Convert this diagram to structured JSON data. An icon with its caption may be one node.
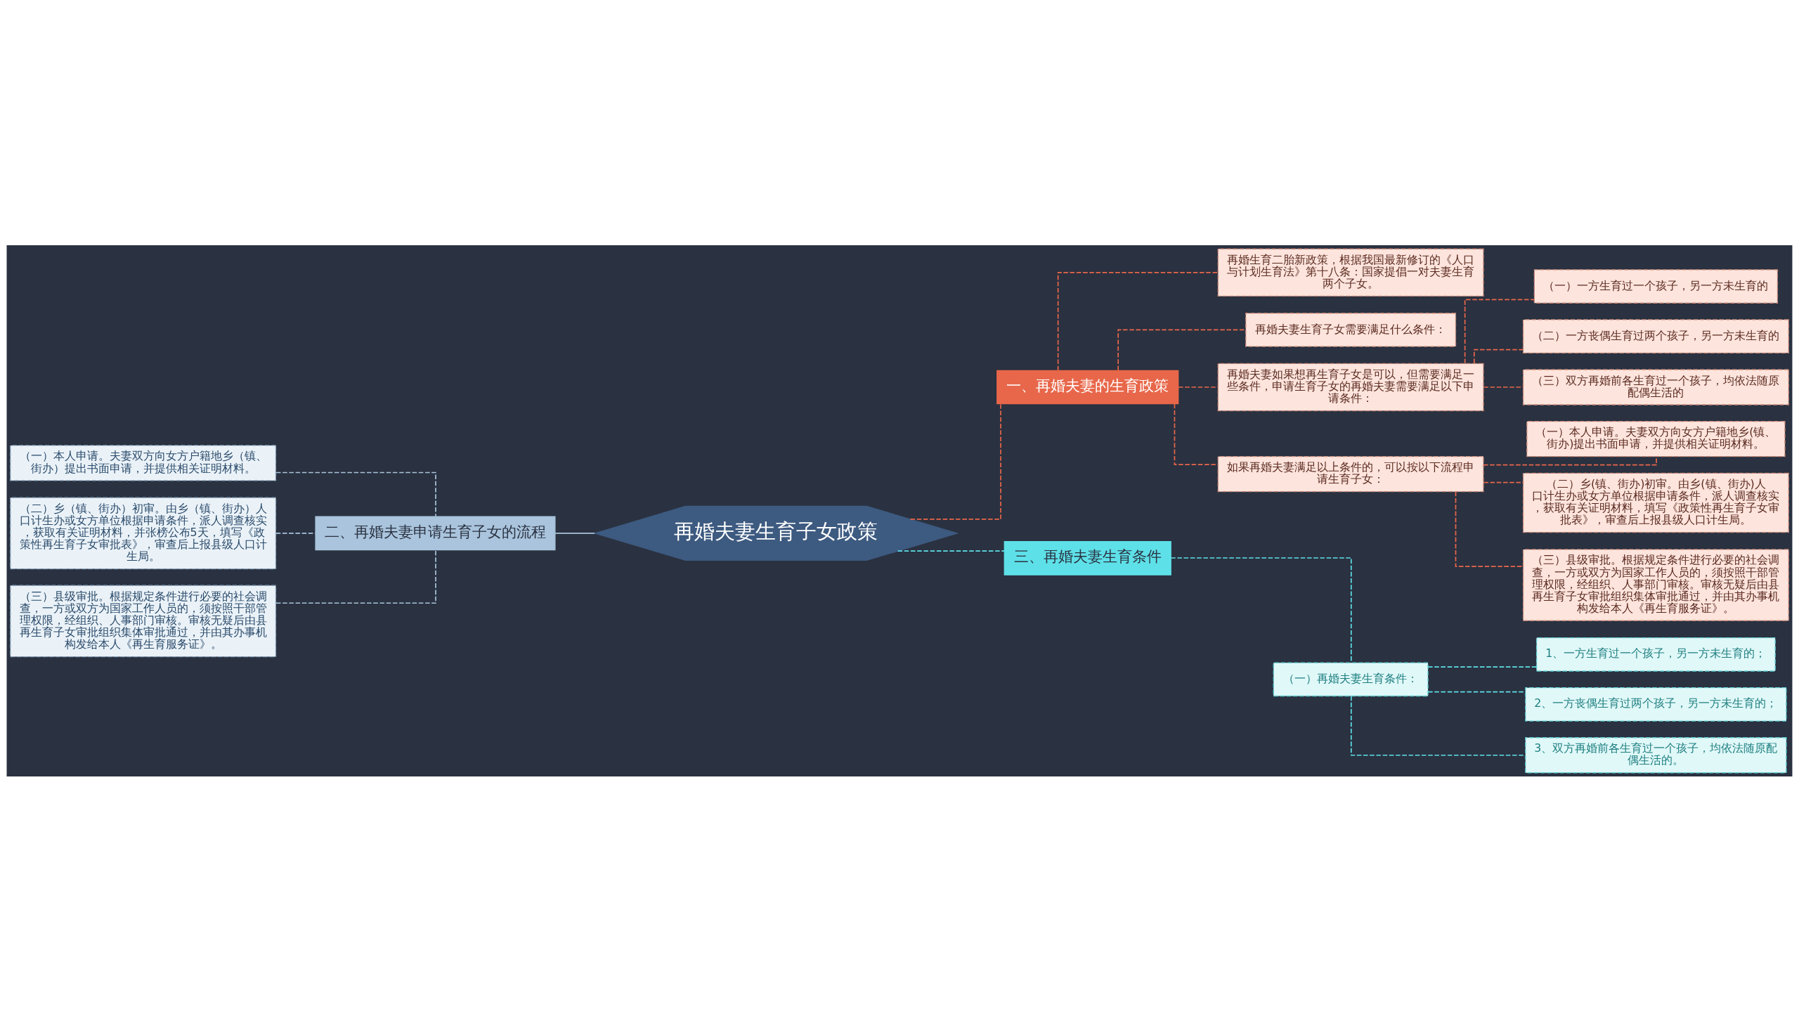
{
  "diagram": {
    "nodes": [
      {
        "text": [
          "再婚夫妻生育子女政策"
        ]
      },
      {
        "text": [
          "一、再婚夫妻的生育政策"
        ]
      },
      {
        "text": [
          "再婚生育二胎新政策，根据我国最新修订的《人口与计划生育法》第十八条：国家提倡一对夫妻生育两个子女。"
        ]
      },
      {
        "text": [
          "再婚夫妻生育子女需要满足什么条件："
        ]
      },
      {
        "text": [
          "再婚夫妻如果想再生育子女是可以，但需要满足一些条件，申请生育子女的再婚夫妻需要满足以下申请条件："
        ]
      },
      {
        "text": [
          "（一）一方生育过一个孩子，另一方未生育的"
        ]
      },
      {
        "text": [
          "（二）一方丧偶生育过两个孩子，另一方未生育的"
        ]
      },
      {
        "text": [
          "（三）双方再婚前各生育过一个孩子，均依法随原配偶生活的"
        ]
      },
      {
        "text": [
          "如果再婚夫妻满足以上条件的，可以按以下流程申请生育子女："
        ]
      },
      {
        "text": [
          "（一）本人申请。夫妻双方向女方户籍地乡(镇、街办)提出书面申请，并提供相关证明材料。"
        ]
      },
      {
        "text": [
          "（二）乡(镇、街办)初审。由乡(镇、街办)人口计生办或女方单位根据申请条件，派人调查核实，获取有关证明材料，填写《政策性再生育子女审批表》，审查后上报县级人口计生局。"
        ]
      },
      {
        "text": [
          "（三）县级审批。根据规定条件进行必要的社会调查，一方或双方为国家工作人员的，须按照干部管理权限，经组织、人事部门审核。审核无疑后由县再生育子女审批组织集体审批通过，并由其办事机构发给本人《再生育服务证》。"
        ]
      },
      {
        "text": [
          "二、再婚夫妻申请生育子女的流程"
        ]
      },
      {
        "text": [
          "（一）本人申请。夫妻双方向女方户籍地乡（镇、街办）提出书面申请，并提供相关证明材料。"
        ]
      },
      {
        "text": [
          "（二）乡（镇、街办）初审。由乡（镇、街办）人口计生办或女方单位根据申请条件，派人调查核实，获取有关证明材料，并张榜公布5天，填写《政策性再生育子女审批表》，审查后上报县级人口计生局。"
        ]
      },
      {
        "text": [
          "（三）县级审批。根据规定条件进行必要的社会调查，一方或双方为国家工作人员的，须按照干部管理权限，经组织、人事部门审核。审核无疑后由县再生育子女审批组织集体审批通过，并由其办事机构发给本人《再生育服务证》。"
        ]
      },
      {
        "text": [
          "三、再婚夫妻生育条件"
        ]
      },
      {
        "text": [
          "（一）再婚夫妻生育条件："
        ]
      },
      {
        "text": [
          "1、一方生育过一个孩子，另一方未生育的；"
        ]
      },
      {
        "text": [
          "2、一方丧偶生育过两个孩子，另一方未生育的；"
        ]
      },
      {
        "text": [
          "3、双方再婚前各生育过一个孩子，均依法随原配偶生活的。"
        ]
      }
    ],
    "edges": [
      {
        "from": 0,
        "to": 1,
        "arrow": "none",
        "style": "dashed"
      },
      {
        "from": 1,
        "to": 2,
        "arrow": "none",
        "style": "dashed"
      },
      {
        "from": 1,
        "to": 3,
        "arrow": "none",
        "style": "dashed"
      },
      {
        "from": 1,
        "to": 4,
        "arrow": "none",
        "style": "dashed"
      },
      {
        "from": 4,
        "to": 5,
        "arrow": "none",
        "style": "dashed"
      },
      {
        "from": 4,
        "to": 6,
        "arrow": "none",
        "style": "dashed"
      },
      {
        "from": 4,
        "to": 7,
        "arrow": "none",
        "style": "dashed"
      },
      {
        "from": 1,
        "to": 8,
        "arrow": "none",
        "style": "dashed"
      },
      {
        "from": 8,
        "to": 9,
        "arrow": "none",
        "style": "dashed"
      },
      {
        "from": 8,
        "to": 10,
        "arrow": "none",
        "style": "dashed"
      },
      {
        "from": 8,
        "to": 11,
        "arrow": "none",
        "style": "dashed"
      },
      {
        "from": 0,
        "to": 12,
        "arrow": "none",
        "color": "#a9c4dc"
      },
      {
        "from": 12,
        "to": 13,
        "arrow": "none",
        "style": "dashed",
        "color": "#a9c4dc"
      },
      {
        "from": 12,
        "to": 14,
        "arrow": "none",
        "style": "dashed",
        "color": "#a9c4dc"
      },
      {
        "from": 12,
        "to": 15,
        "arrow": "none",
        "style": "dashed",
        "color": "#a9c4dc"
      },
      {
        "from": 0,
        "to": 16,
        "arrow": "none",
        "style": "dashed",
        "color": "#5ee0e8"
      },
      {
        "from": 16,
        "to": 17,
        "arrow": "none",
        "style": "dashed",
        "color": "#5ee0e8"
      },
      {
        "from": 17,
        "to": 18,
        "arrow": "none",
        "style": "dashed",
        "color": "#5ee0e8"
      },
      {
        "from": 17,
        "to": 19,
        "arrow": "none",
        "style": "dashed",
        "color": "#5ee0e8"
      },
      {
        "from": 17,
        "to": 20,
        "arrow": "none",
        "style": "dashed",
        "color": "#5ee0e8"
      }
    ]
  }
}
